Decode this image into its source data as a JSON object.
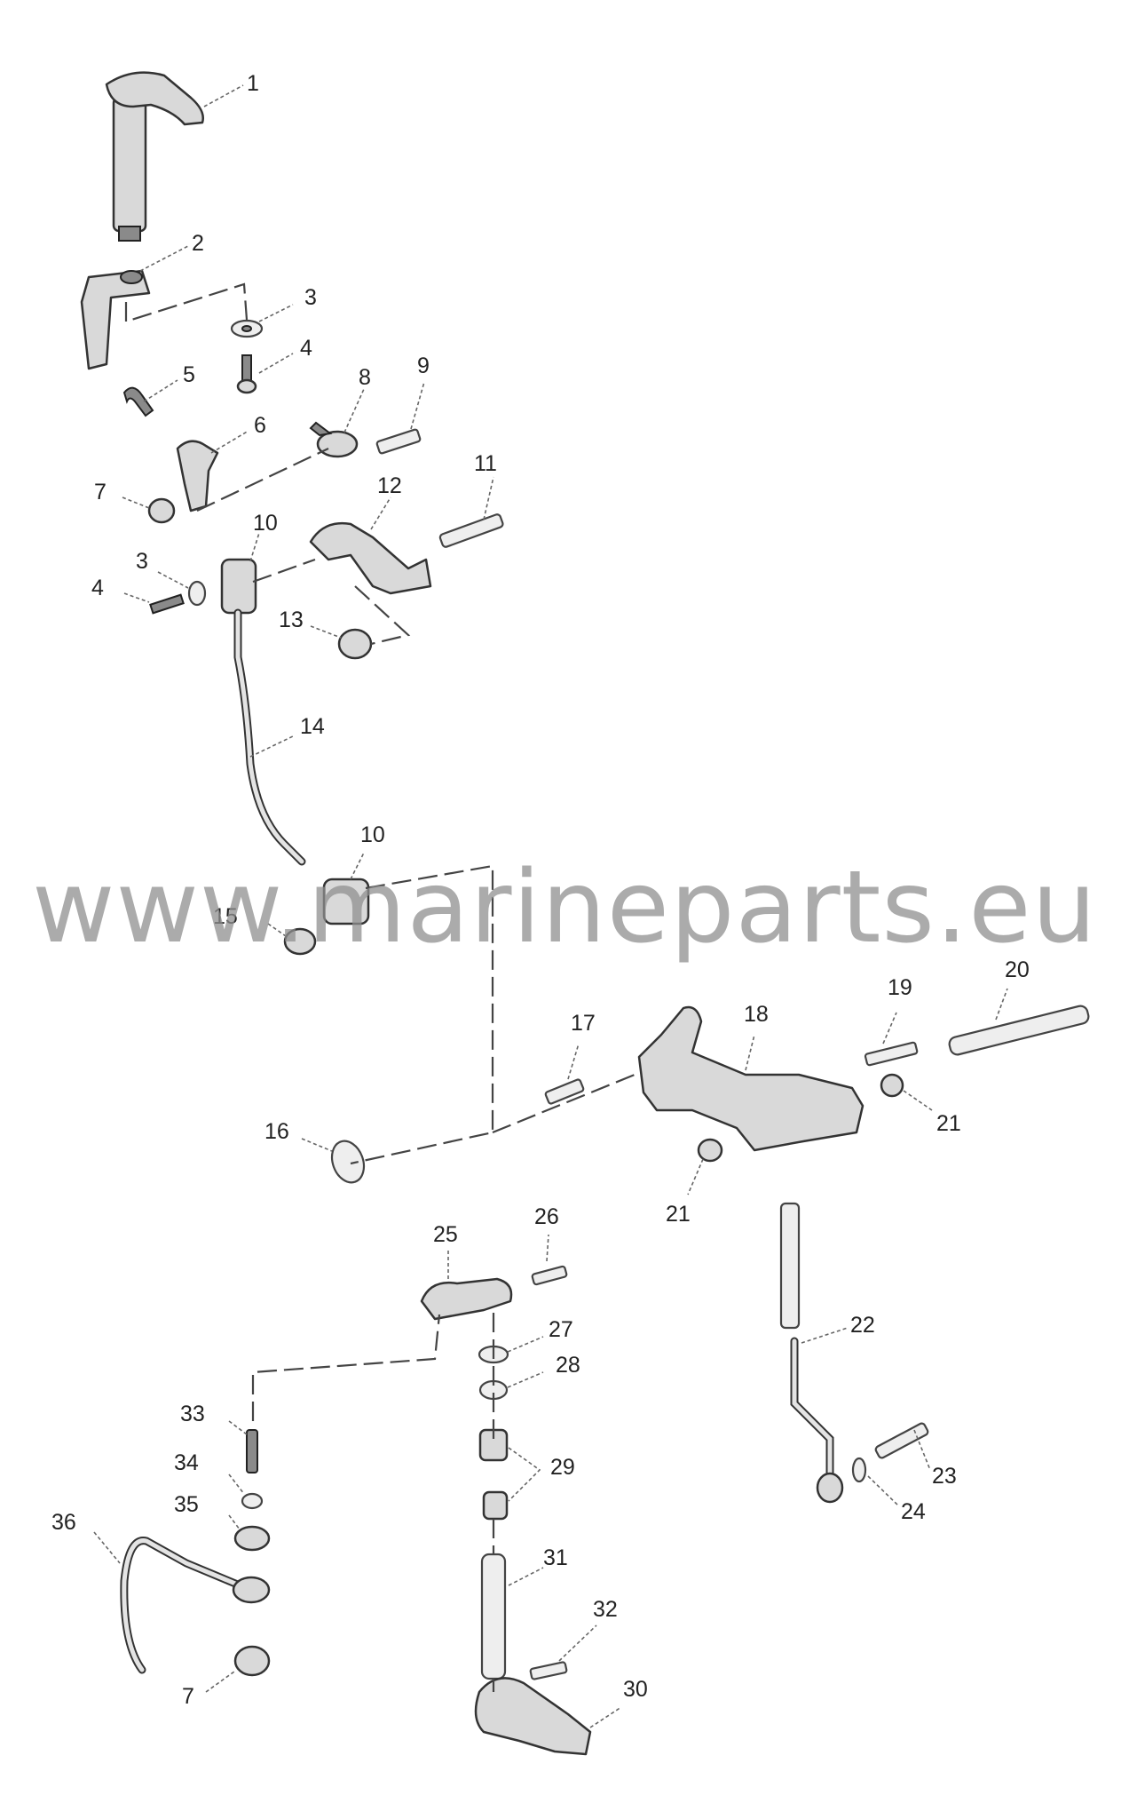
{
  "watermark": "www.marineparts.eu",
  "callouts": [
    "1",
    "2",
    "3",
    "4",
    "5",
    "6",
    "7",
    "8",
    "9",
    "10",
    "11",
    "12",
    "3",
    "4",
    "13",
    "14",
    "10",
    "15",
    "16",
    "17",
    "18",
    "19",
    "20",
    "21",
    "21",
    "25",
    "26",
    "22",
    "27",
    "28",
    "33",
    "29",
    "34",
    "35",
    "23",
    "24",
    "36",
    "31",
    "32",
    "7",
    "30"
  ],
  "colors": {
    "line": "#333333",
    "part_fill": "#d9d9d9",
    "watermark": "#8f8f8f"
  }
}
